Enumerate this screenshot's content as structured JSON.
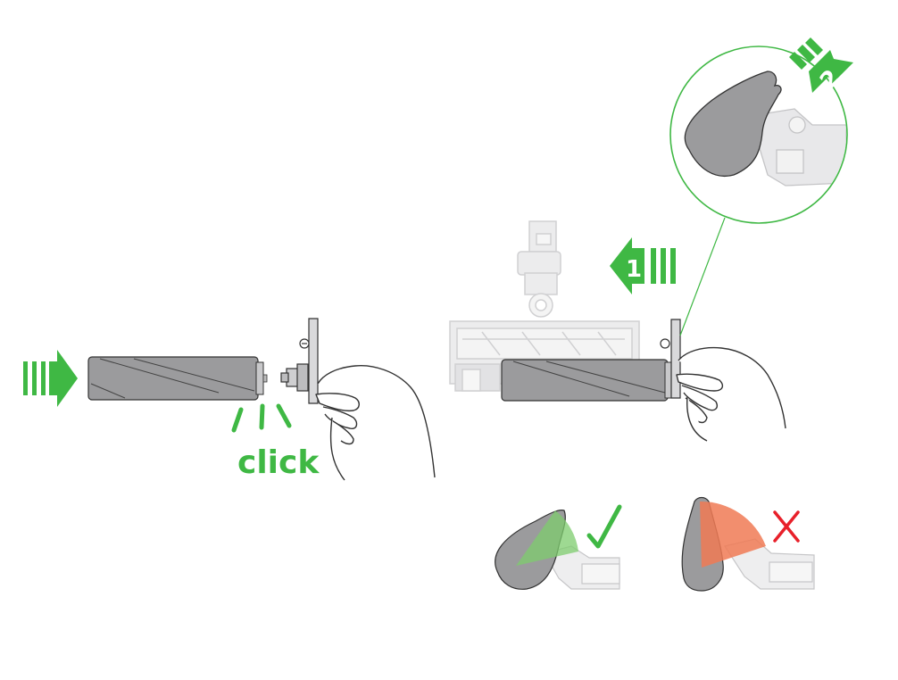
{
  "labels": {
    "click": "click",
    "step1": "1",
    "step2": "2"
  },
  "colors": {
    "green": "#3fb844",
    "red": "#e8202a",
    "orange_fill": "#f07a55",
    "green_fill": "#7dcc6e",
    "roller_gray": "#9b9b9d",
    "light_gray": "#d4d4d6",
    "outline": "#333333"
  },
  "icons": {
    "correct": "check-icon",
    "incorrect": "cross-icon"
  }
}
